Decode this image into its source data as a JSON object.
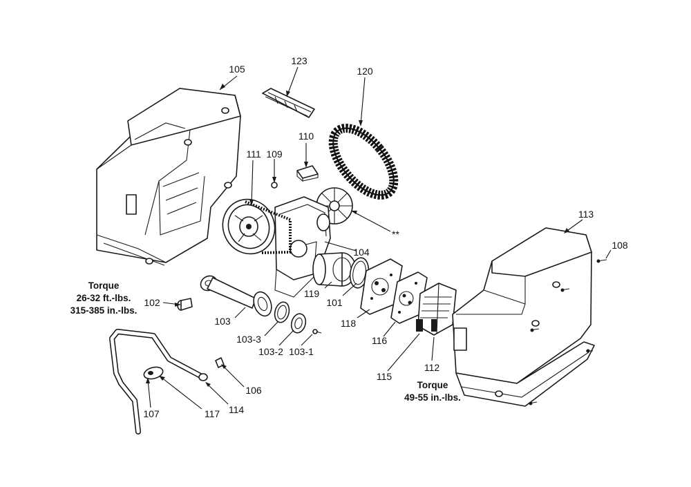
{
  "parts": [
    {
      "id": "p105",
      "label": "105"
    },
    {
      "id": "p123",
      "label": "123"
    },
    {
      "id": "p120",
      "label": "120"
    },
    {
      "id": "p110",
      "label": "110"
    },
    {
      "id": "p111",
      "label": "111"
    },
    {
      "id": "p109",
      "label": "109"
    },
    {
      "id": "p113",
      "label": "113"
    },
    {
      "id": "p108",
      "label": "108"
    },
    {
      "id": "pstar",
      "label": "**"
    },
    {
      "id": "p104",
      "label": "104"
    },
    {
      "id": "p119",
      "label": "119"
    },
    {
      "id": "p101",
      "label": "101"
    },
    {
      "id": "p118",
      "label": "118"
    },
    {
      "id": "p116",
      "label": "116"
    },
    {
      "id": "p115",
      "label": "115"
    },
    {
      "id": "p112",
      "label": "112"
    },
    {
      "id": "p102",
      "label": "102"
    },
    {
      "id": "p103",
      "label": "103"
    },
    {
      "id": "p103_3",
      "label": "103-3"
    },
    {
      "id": "p103_2",
      "label": "103-2"
    },
    {
      "id": "p103_1",
      "label": "103-1"
    },
    {
      "id": "p106",
      "label": "106"
    },
    {
      "id": "p114",
      "label": "114"
    },
    {
      "id": "p117",
      "label": "117"
    },
    {
      "id": "p107",
      "label": "107"
    }
  ],
  "torque_left": {
    "title": "Torque",
    "line1": "26-32 ft.-lbs.",
    "line2": "315-385 in.-lbs."
  },
  "torque_right": {
    "title": "Torque",
    "line1": "49-55 in.-lbs."
  }
}
